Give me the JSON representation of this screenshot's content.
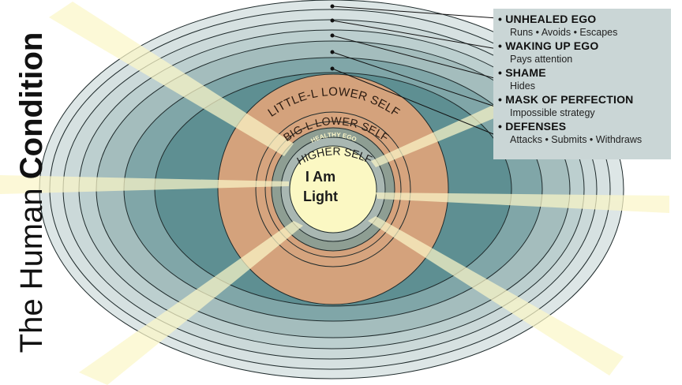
{
  "title": {
    "light": "The Human ",
    "bold": "Condition"
  },
  "layers": [
    {
      "label": "UNHEALED EGO",
      "detail": "Runs • Avoids • Escapes",
      "color": "#d9e3e3"
    },
    {
      "label": "WAKING UP EGO",
      "detail": "Pays attention",
      "color": "#c3d3d3"
    },
    {
      "label": "SHAME",
      "detail": "Hides",
      "color": "#a4bdbd"
    },
    {
      "label": "MASK OF PERFECTION",
      "detail": "Impossible strategy",
      "color": "#7fa4a6"
    },
    {
      "label": "DEFENSES",
      "detail": "Attacks • Submits • Withdraws",
      "color": "#5e8f92"
    }
  ],
  "inner_labels": {
    "little_l": "LITTLE-L LOWER SELF",
    "big_l": "BIG-L LOWER SELF",
    "healthy_ego": "HEALTHY EGO",
    "higher_self": "HIGHER SELF"
  },
  "core": {
    "line1": "I Am",
    "line2": "Light"
  },
  "colors": {
    "little_l": "#d4a27c",
    "big_l": "#d6a47e",
    "healthy_ego": "#8a9b90",
    "higher_self_ring": "#a9b7b2",
    "core": "#fbf8c3",
    "ray": "#fbf6c8",
    "legend_bg": "#cad6d6"
  }
}
